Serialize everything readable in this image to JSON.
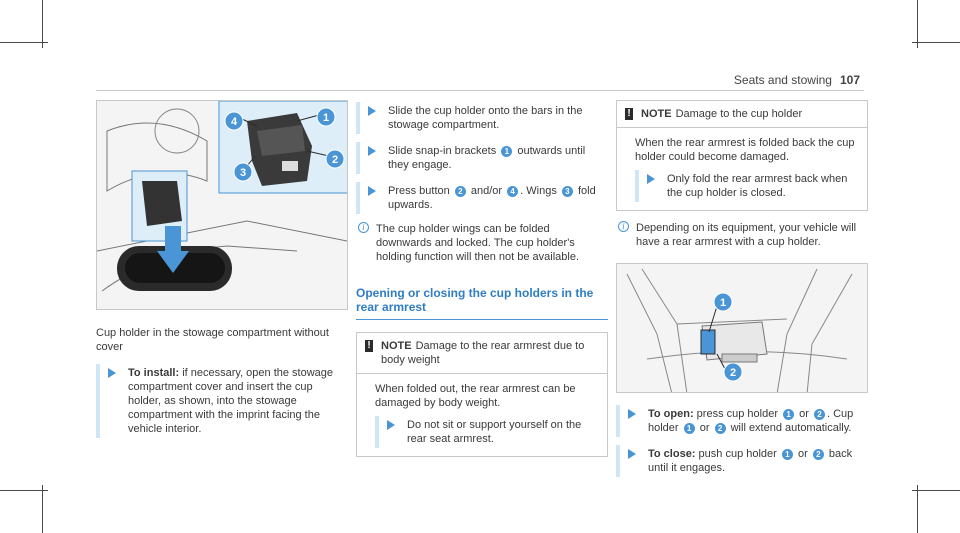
{
  "header": {
    "section": "Seats and stowing",
    "page_number": "107"
  },
  "col1": {
    "figure_callouts": [
      "1",
      "2",
      "3",
      "4"
    ],
    "caption": "Cup holder in the stowage compartment without cover",
    "step": {
      "label": "To install:",
      "text": " if necessary, open the stowage compartment cover and insert the cup holder, as shown, into the stowage compartment with the imprint facing the vehicle interior."
    }
  },
  "col2": {
    "step1": "Slide the cup holder onto the bars in the stowage compartment.",
    "step2": {
      "a": "Slide snap-in brackets",
      "n1": "1",
      "b": "outwards until they engage."
    },
    "step3": {
      "a": "Press button",
      "n1": "2",
      "b": "and/or",
      "n2": "4",
      "c": ". Wings",
      "n3": "3",
      "d": "fold upwards."
    },
    "note": "The cup holder wings can be folded downwards and locked. The cup holder's holding function will then not be available.",
    "section_title": "Opening or closing the cup holders in the rear armrest",
    "box": {
      "head_label": "NOTE",
      "head_text": "Damage to the rear armrest due to body weight",
      "body": "When folded out, the rear armrest can be damaged by body weight.",
      "step": "Do not sit or support yourself on the rear seat armrest."
    }
  },
  "col3": {
    "box": {
      "head_label": "NOTE",
      "head_text": "Damage to the cup holder",
      "body": "When the rear armrest is folded back the cup holder could become damaged.",
      "step": "Only fold the rear armrest back when the cup holder is closed."
    },
    "note": "Depending on its equipment, your vehicle will have a rear armrest with a cup holder.",
    "figure_callouts": [
      "1",
      "2"
    ],
    "open": {
      "label": "To open:",
      "a": " press cup holder",
      "n1": "1",
      "b": "or",
      "n2": "2",
      "c": ". Cup holder",
      "n3": "1",
      "d": "or",
      "n4": "2",
      "e": "will extend automatically."
    },
    "close": {
      "label": "To close:",
      "a": " push cup holder",
      "n1": "1",
      "b": "or",
      "n2": "2",
      "c": "back until it engages."
    }
  }
}
